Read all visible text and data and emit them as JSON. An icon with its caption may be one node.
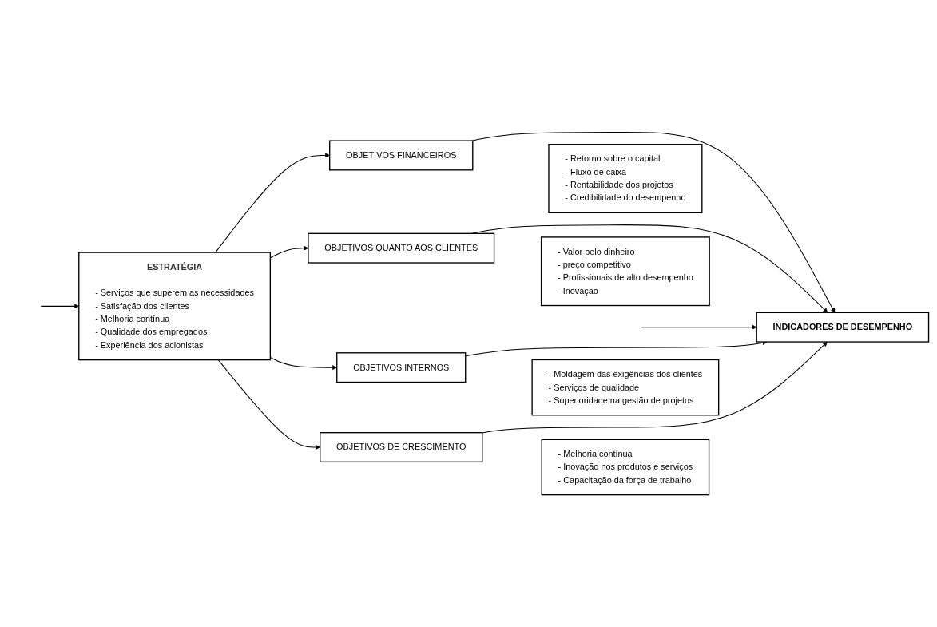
{
  "diagram": {
    "nodes": [
      {
        "text": [
          "ESTRATÉGIA",
          "- Serviços que superem as necessidades",
          "- Satisfação dos clientes",
          "- Melhoria contínua",
          "- Qualidade dos empregados",
          "- Experiência dos acionistas"
        ]
      },
      {
        "text": [
          "OBJETIVOS FINANCEIROS"
        ]
      },
      {
        "text": [
          "- Retorno sobre o capital",
          "- Fluxo de caixa",
          "- Rentabilidade dos projetos",
          "- Credibilidade do desempenho"
        ]
      },
      {
        "text": [
          "OBJETIVOS QUANTO AOS CLIENTES"
        ]
      },
      {
        "text": [
          "- Valor pelo dinheiro",
          "- preço competitivo",
          "- Profissionais de alto desempenho",
          "- Inovação"
        ]
      },
      {
        "text": [
          "OBJETIVOS INTERNOS"
        ]
      },
      {
        "text": [
          "- Moldagem das exigências dos clientes",
          "- Serviços de qualidade",
          "- Superioridade na gestão de projetos"
        ]
      },
      {
        "text": [
          "OBJETIVOS DE CRESCIMENTO"
        ]
      },
      {
        "text": [
          "- Melhoria contínua",
          "- Inovação nos produtos e serviços",
          "- Capacitação da força de trabalho"
        ]
      },
      {
        "text": [
          "INDICADORES DE DESEMPENHO"
        ]
      }
    ],
    "edges": [
      {
        "from": null,
        "to": 0,
        "arrow": "to"
      },
      {
        "from": 0,
        "to": 1,
        "arrow": "to"
      },
      {
        "from": 0,
        "to": 3,
        "arrow": "to"
      },
      {
        "from": 0,
        "to": 5,
        "arrow": "to"
      },
      {
        "from": 0,
        "to": 7,
        "arrow": "to"
      },
      {
        "from": 1,
        "to": 9,
        "arrow": "to"
      },
      {
        "from": 3,
        "to": 9,
        "arrow": "to"
      },
      {
        "from": 5,
        "to": 9,
        "arrow": "to"
      },
      {
        "from": 7,
        "to": 9,
        "arrow": "to"
      },
      {
        "from": null,
        "to": 9,
        "arrow": "to"
      }
    ]
  }
}
